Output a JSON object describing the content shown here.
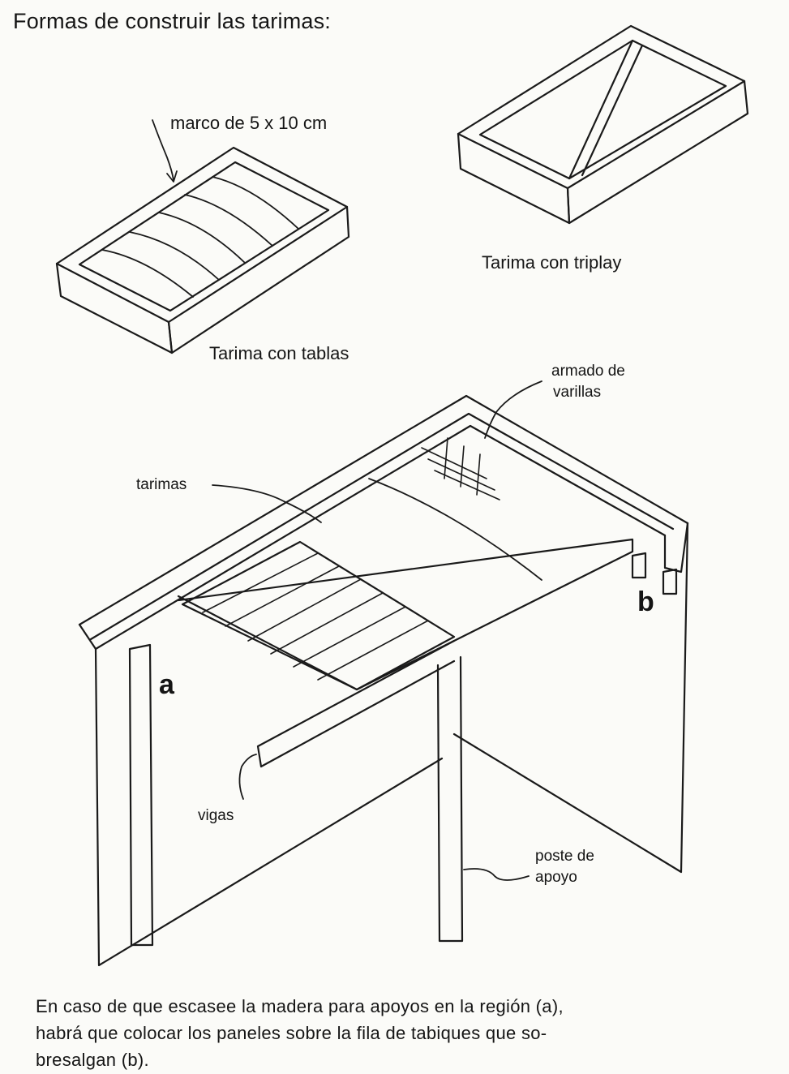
{
  "title": "Formas de construir las tarimas:",
  "labels": {
    "marco": "marco de 5 x 10 cm",
    "tarima_tablas": "Tarima con tablas",
    "tarima_triplay": "Tarima con triplay",
    "armado_line1": "armado de",
    "armado_line2": "varillas",
    "tarimas": "tarimas",
    "a": "a",
    "b": "b",
    "vigas": "vigas",
    "poste_line1": "poste de",
    "poste_line2": "apoyo"
  },
  "note": {
    "line1": "En caso de que escasee la madera para apoyos en la región (a),",
    "line2": "habrá que colocar los paneles sobre la fila de tabiques que so-",
    "line3": "bresalgan (b)."
  }
}
